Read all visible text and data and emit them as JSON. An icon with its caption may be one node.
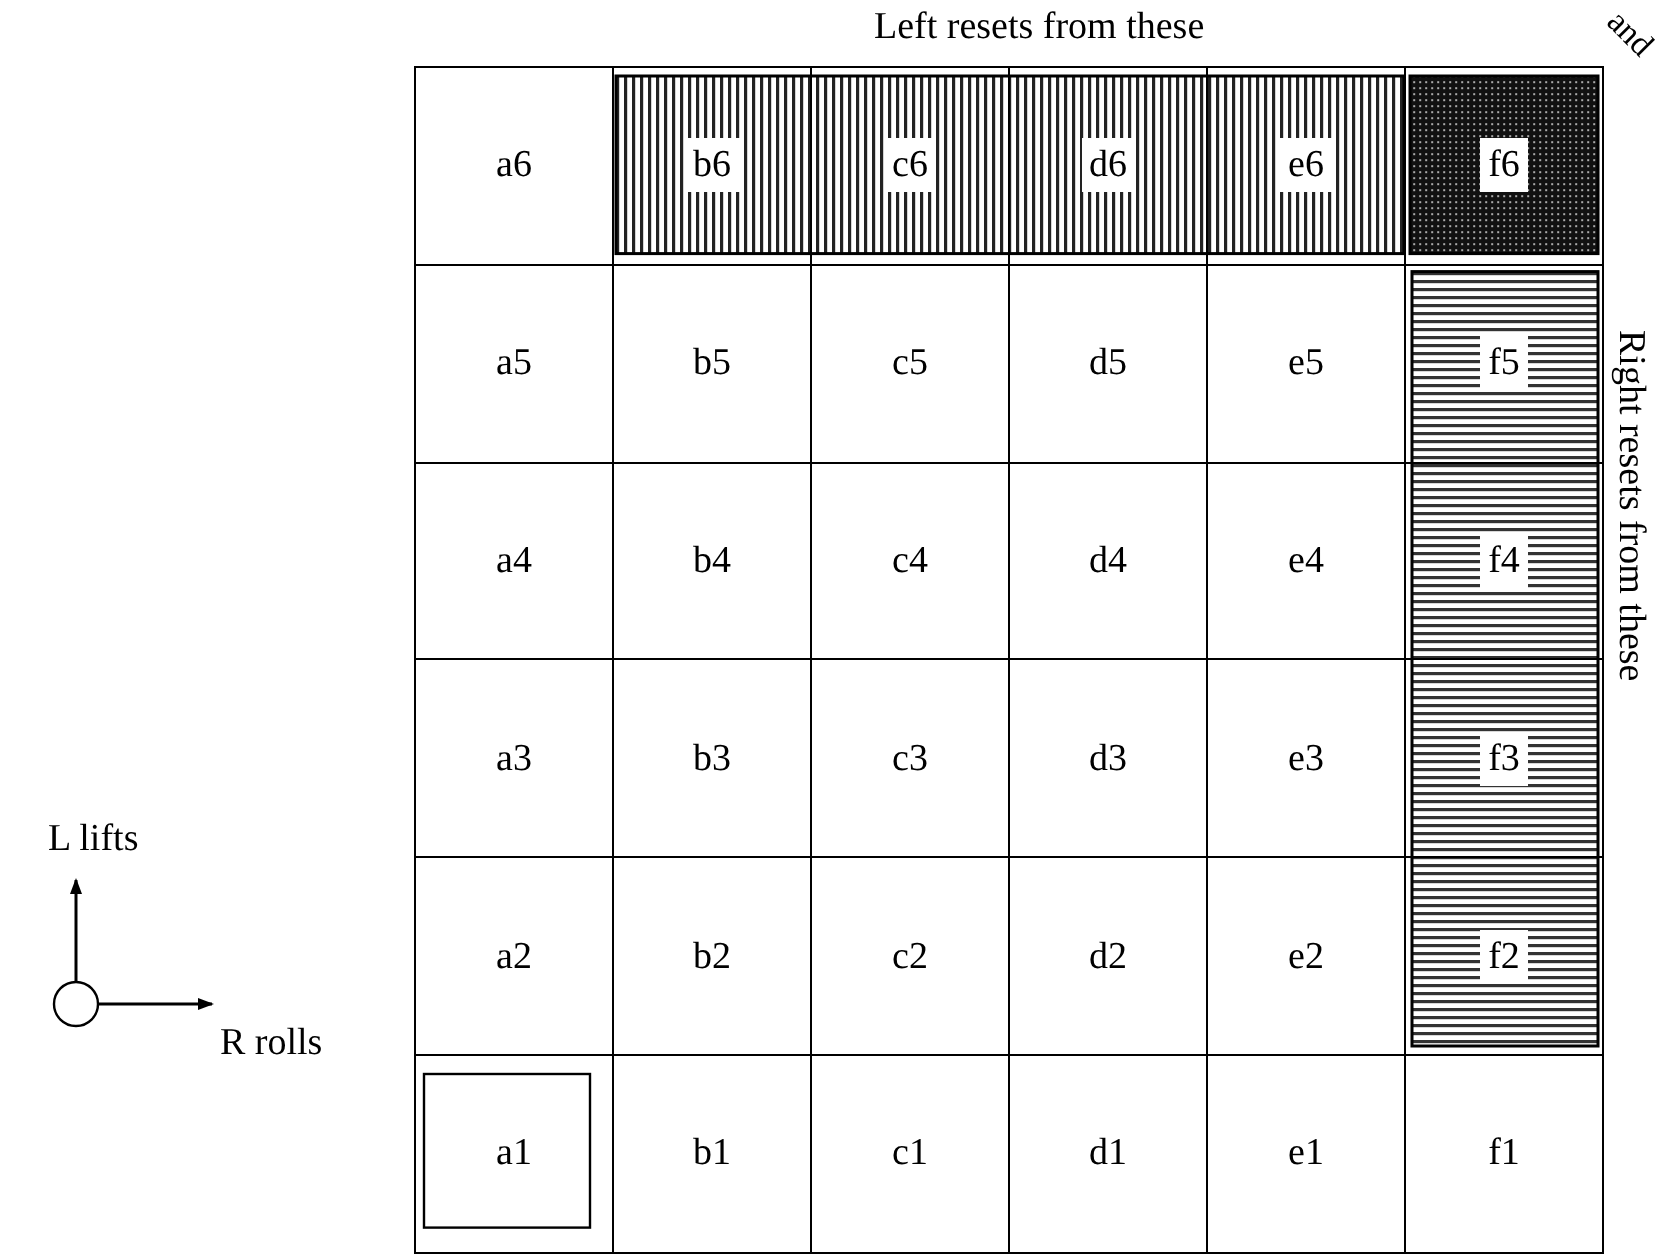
{
  "diagram": {
    "nodes": [
      {
        "text": [
          "a6"
        ]
      },
      {
        "text": [
          "b6"
        ]
      },
      {
        "text": [
          "c6"
        ]
      },
      {
        "text": [
          "d6"
        ]
      },
      {
        "text": [
          "e6"
        ]
      },
      {
        "text": [
          "f6"
        ]
      },
      {
        "text": [
          "a5"
        ]
      },
      {
        "text": [
          "b5"
        ]
      },
      {
        "text": [
          "c5"
        ]
      },
      {
        "text": [
          "d5"
        ]
      },
      {
        "text": [
          "e5"
        ]
      },
      {
        "text": [
          "f5"
        ]
      },
      {
        "text": [
          "a4"
        ]
      },
      {
        "text": [
          "b4"
        ]
      },
      {
        "text": [
          "c4"
        ]
      },
      {
        "text": [
          "d4"
        ]
      },
      {
        "text": [
          "e4"
        ]
      },
      {
        "text": [
          "f4"
        ]
      },
      {
        "text": [
          "a3"
        ]
      },
      {
        "text": [
          "b3"
        ]
      },
      {
        "text": [
          "c3"
        ]
      },
      {
        "text": [
          "d3"
        ]
      },
      {
        "text": [
          "e3"
        ]
      },
      {
        "text": [
          "f3"
        ]
      },
      {
        "text": [
          "a2"
        ]
      },
      {
        "text": [
          "b2"
        ]
      },
      {
        "text": [
          "c2"
        ]
      },
      {
        "text": [
          "d2"
        ]
      },
      {
        "text": [
          "e2"
        ]
      },
      {
        "text": [
          "f2"
        ]
      },
      {
        "text": [
          "a1"
        ]
      },
      {
        "text": [
          "b1"
        ]
      },
      {
        "text": [
          "c1"
        ]
      },
      {
        "text": [
          "d1"
        ]
      },
      {
        "text": [
          "e1"
        ]
      },
      {
        "text": [
          "f1"
        ]
      }
    ],
    "labels": [
      "Left resets from these",
      "and",
      "Right resets from these",
      "L lifts",
      "R rolls"
    ]
  }
}
